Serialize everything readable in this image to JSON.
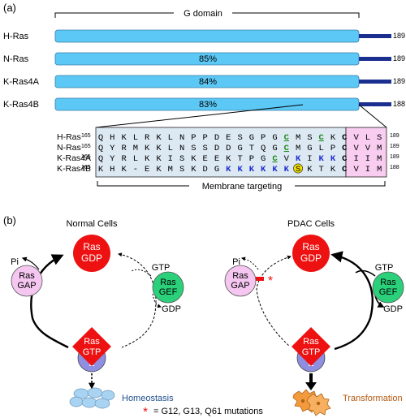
{
  "panel_a": {
    "label": "(a)",
    "g_domain": "G domain",
    "rows": [
      {
        "name": "H-Ras",
        "pct": "",
        "end": "189"
      },
      {
        "name": "N-Ras",
        "pct": "85%",
        "end": "189"
      },
      {
        "name": "K-Ras4A",
        "pct": "84%",
        "end": "189"
      },
      {
        "name": "K-Ras4B",
        "pct": "83%",
        "end": "188"
      }
    ],
    "seq": {
      "start": "165",
      "rows": [
        {
          "name": "H-Ras",
          "res": "QHKLRKLNPPDESGPGCMSCKCVLS",
          "end": "189"
        },
        {
          "name": "N-Ras",
          "res": "QYRMKKLNSSDDGTQGCMGLPCVVM",
          "end": "189"
        },
        {
          "name": "K-Ras4A",
          "res": "QYRLKKISKEEKTPGCVKIKKCIIM",
          "end": "189"
        },
        {
          "name": "K-Ras4B",
          "res": "KHK-EKMSKDGKKKKKKSKTKCVIM",
          "end": "188"
        }
      ],
      "membrane": "Membrane targeting",
      "colors": {
        "box": "#dce8f2",
        "caax": "#f8cdf0",
        "green": "#1e8a1e",
        "blue": "#1f2fcf",
        "yellow": "#f5e100"
      }
    },
    "colors": {
      "bar": "#5bc8f5",
      "tail": "#1b2f8f"
    }
  },
  "panel_b": {
    "label": "(b)",
    "normal_title": "Normal Cells",
    "pdac_title": "PDAC Cells",
    "ras": "Ras",
    "gdp": "GDP",
    "gtp": "GTP",
    "gap": "GAP",
    "gef": "GEF",
    "pi": "Pi",
    "e": "E",
    "homeostasis": "Homeostasis",
    "transformation": "Transformation",
    "footnote_star": "*",
    "footnote": "= G12, G13, Q61 mutations",
    "colors": {
      "red": "#ee1111",
      "gap": "#f4c6f0",
      "gef": "#2bd17a",
      "e": "#8e8fe0",
      "cell": "#a9d3f2",
      "tcell": "#f29a3c",
      "homeo": "#1f4e8c",
      "transf": "#b05a12"
    }
  }
}
